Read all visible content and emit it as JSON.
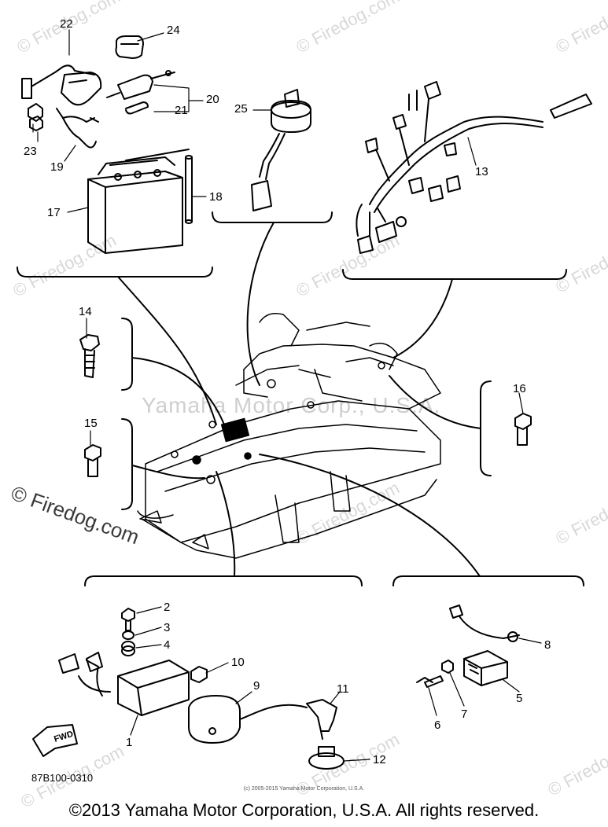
{
  "watermark": "© Firedog.com",
  "center_watermark": "Yamaha Motor Corp., U.S.A.",
  "callouts": [
    {
      "id": "c22",
      "label": "22"
    },
    {
      "id": "c24",
      "label": "24"
    },
    {
      "id": "c20",
      "label": "20"
    },
    {
      "id": "c21",
      "label": "21"
    },
    {
      "id": "c23",
      "label": "23"
    },
    {
      "id": "c19",
      "label": "19"
    },
    {
      "id": "c25",
      "label": "25"
    },
    {
      "id": "c13",
      "label": "13"
    },
    {
      "id": "c17",
      "label": "17"
    },
    {
      "id": "c18",
      "label": "18"
    },
    {
      "id": "c14",
      "label": "14"
    },
    {
      "id": "c15",
      "label": "15"
    },
    {
      "id": "c16",
      "label": "16"
    },
    {
      "id": "c2",
      "label": "2"
    },
    {
      "id": "c3",
      "label": "3"
    },
    {
      "id": "c4",
      "label": "4"
    },
    {
      "id": "c10",
      "label": "10"
    },
    {
      "id": "c9",
      "label": "9"
    },
    {
      "id": "c11",
      "label": "11"
    },
    {
      "id": "c1",
      "label": "1"
    },
    {
      "id": "c12",
      "label": "12"
    },
    {
      "id": "c8",
      "label": "8"
    },
    {
      "id": "c5",
      "label": "5"
    },
    {
      "id": "c6",
      "label": "6"
    },
    {
      "id": "c7",
      "label": "7"
    }
  ],
  "fwd_label": "FWD",
  "part_code": "87B100-0310",
  "small_copyright": "(c) 2005-2015 Yamaha Motor Corporation, U.S.A.",
  "footer_copyright": "©2013 Yamaha Motor Corporation, U.S.A. All rights reserved."
}
